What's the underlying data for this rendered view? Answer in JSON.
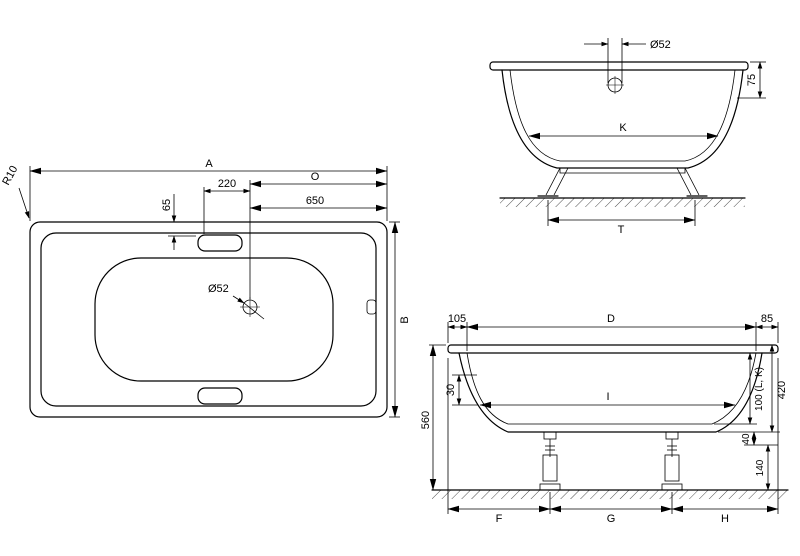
{
  "colors": {
    "line": "#000000",
    "background": "#ffffff"
  },
  "plan_view": {
    "dims": {
      "a": "A",
      "o": "O",
      "n220": "220",
      "n65": "65",
      "n650": "650",
      "r10": "R10",
      "drain": "Ø52",
      "b": "B"
    }
  },
  "end_view": {
    "dims": {
      "drain": "Ø52",
      "n75": "75",
      "k": "K",
      "t": "T"
    }
  },
  "side_view": {
    "dims": {
      "n105": "105",
      "d": "D",
      "n85": "85",
      "n560": "560",
      "n30": "30",
      "i": "I",
      "n100": "100 (L, K)",
      "n420": "420",
      "n40": "40",
      "n140": "140",
      "f": "F",
      "g": "G",
      "h": "H"
    }
  }
}
